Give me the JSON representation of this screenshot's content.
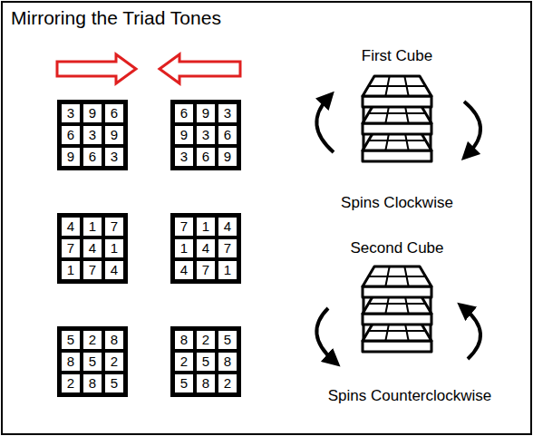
{
  "diagram": {
    "title": "Mirroring the Triad Tones",
    "labels": [
      "3",
      "9",
      "6",
      "6",
      "3",
      "9",
      "9",
      "6",
      "3",
      "6",
      "9",
      "3",
      "9",
      "3",
      "6",
      "3",
      "6",
      "9",
      "4",
      "1",
      "7",
      "7",
      "4",
      "1",
      "1",
      "7",
      "4",
      "7",
      "1",
      "4",
      "1",
      "4",
      "7",
      "4",
      "7",
      "1",
      "5",
      "2",
      "8",
      "8",
      "5",
      "2",
      "2",
      "8",
      "5",
      "8",
      "2",
      "5",
      "2",
      "5",
      "8",
      "5",
      "8",
      "2",
      "First Cube",
      "Spins Clockwise",
      "Second Cube",
      "Spins Counterclockwise"
    ]
  }
}
